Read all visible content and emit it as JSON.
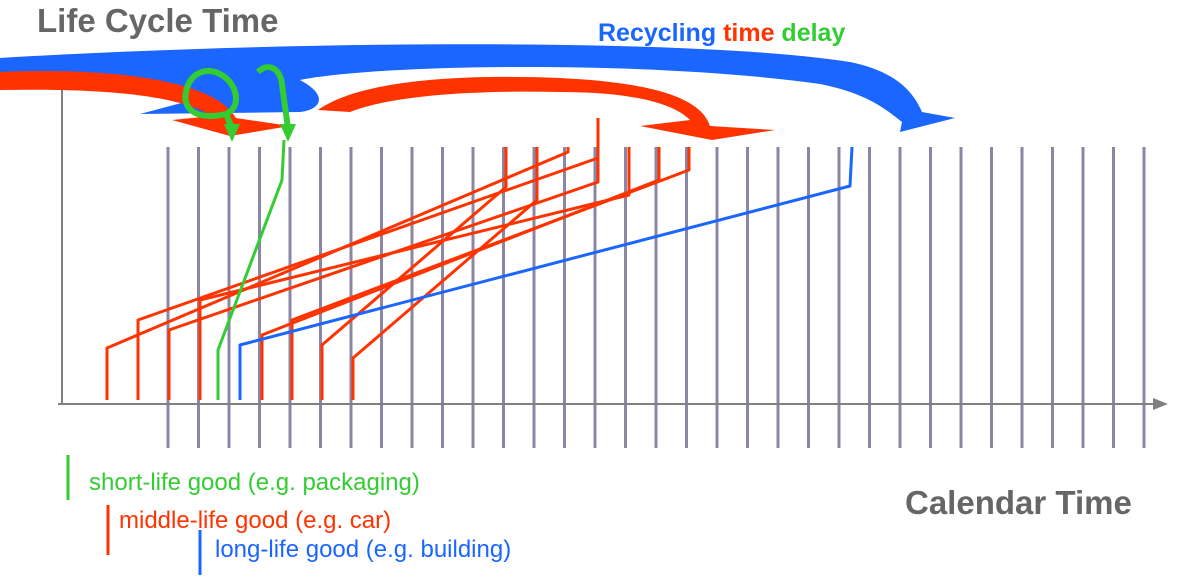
{
  "titles": {
    "y_axis": "Life Cycle Time",
    "x_axis": "Calendar Time",
    "recycling_word": "Recycling",
    "time_word": "time",
    "delay_word": "delay"
  },
  "legend": [
    {
      "key": "short",
      "label": "short-life good (e.g. packaging)",
      "color": "#33cc33"
    },
    {
      "key": "middle",
      "label": "middle-life good (e.g. car)",
      "color": "#ff3300"
    },
    {
      "key": "long",
      "label": "long-life good (e.g. building)",
      "color": "#1a66ff"
    }
  ],
  "colors": {
    "axis": "#808080",
    "calendar_grid": "#8c86a6",
    "title_gray": "#666666",
    "short": "#33cc33",
    "middle": "#ff3300",
    "long": "#1a66ff"
  }
}
